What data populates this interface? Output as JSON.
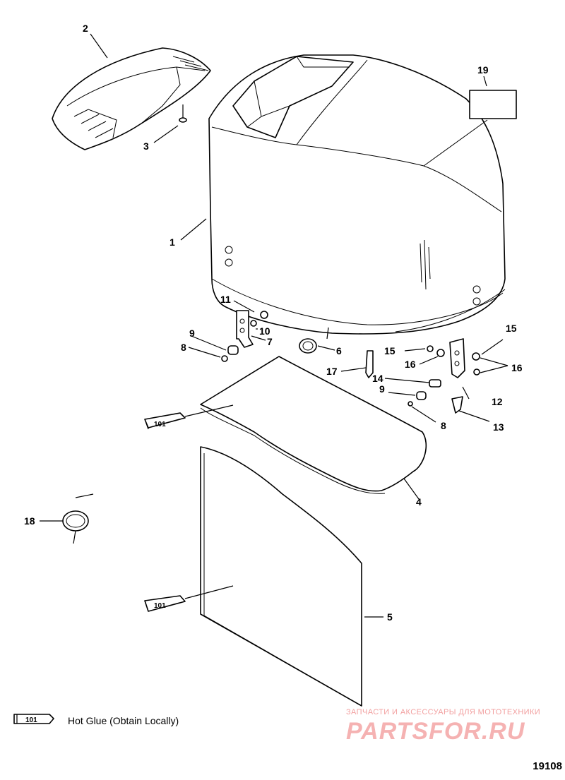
{
  "callouts": [
    "1",
    "2",
    "3",
    "4",
    "5",
    "6",
    "7",
    "8",
    "9",
    "10",
    "11",
    "12",
    "13",
    "14",
    "15",
    "16",
    "17",
    "18",
    "19"
  ],
  "tube_code": "101",
  "legend": {
    "code": "101",
    "text": "Hot Glue (Obtain Locally)"
  },
  "drawing_number": "19108",
  "watermark": {
    "tagline": "ЗАПЧАСТИ И АКСЕССУАРЫ ДЛЯ МОТОТЕХНИКИ",
    "brand": "PARTSFOR.RU"
  }
}
